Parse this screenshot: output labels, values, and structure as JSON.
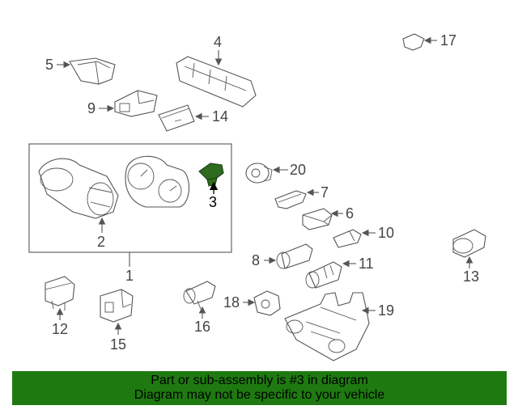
{
  "callouts": {
    "c1": "1",
    "c2": "2",
    "c3": "3",
    "c4": "4",
    "c5": "5",
    "c6": "6",
    "c7": "7",
    "c8": "8",
    "c9": "9",
    "c10": "10",
    "c11": "11",
    "c12": "12",
    "c13": "13",
    "c14": "14",
    "c15": "15",
    "c16": "16",
    "c17": "17",
    "c18": "18",
    "c19": "19",
    "c20": "20"
  },
  "highlighted_part": "3",
  "colors": {
    "banner": "#1e7a10",
    "highlight_part": "#2e6b1f",
    "line": "#555555"
  },
  "banner": {
    "line1": "Part or sub-assembly is #3 in diagram",
    "line2": "Diagram may not be specific to your vehicle"
  }
}
